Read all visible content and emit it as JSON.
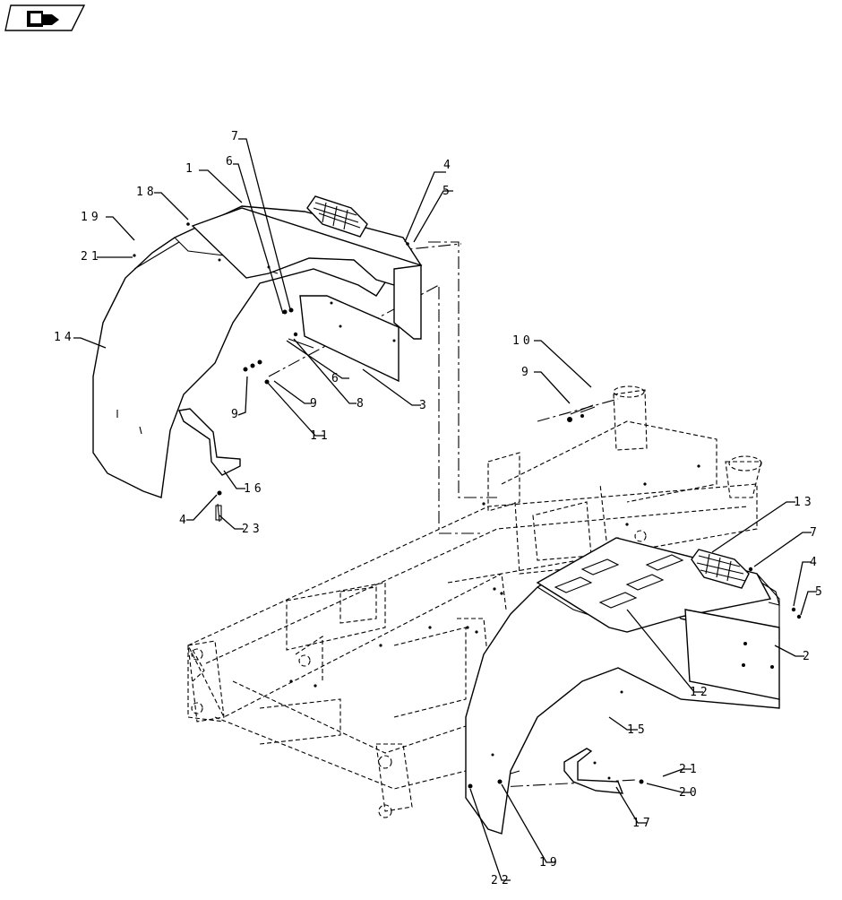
{
  "nav_icon": "book-arrow-icon",
  "callouts": {
    "c1": "1",
    "c2": "2",
    "c3": "3",
    "c4a": "4",
    "c4b": "4",
    "c4c": "4",
    "c5a": "5",
    "c5b": "5",
    "c6a": "6",
    "c6b": "6",
    "c7a": "7",
    "c7b": "7",
    "c8": "8",
    "c9a": "9",
    "c9b": "9",
    "c9c": "9",
    "c10": "10",
    "c11": "11",
    "c12": "12",
    "c13": "13",
    "c14": "14",
    "c15": "15",
    "c16": "16",
    "c17": "17",
    "c18": "18",
    "c19a": "19",
    "c19b": "19",
    "c20": "20",
    "c21a": "21",
    "c21b": "21",
    "c22": "22",
    "c23": "23"
  }
}
